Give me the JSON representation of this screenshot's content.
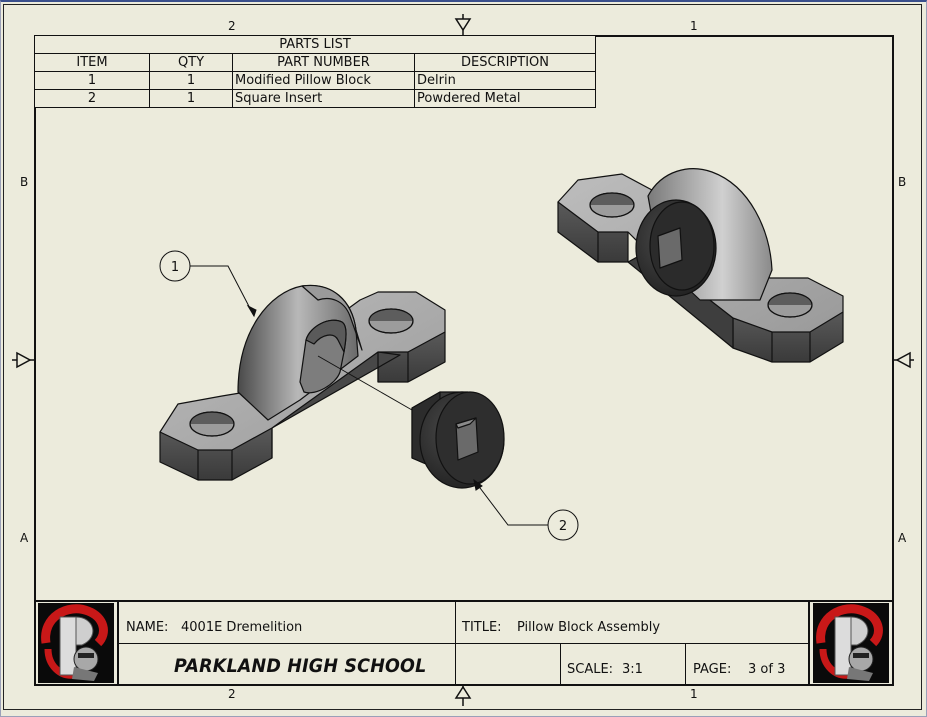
{
  "zones": {
    "top": [
      "2",
      "1"
    ],
    "bottom": [
      "2",
      "1"
    ],
    "left": [
      "B",
      "A"
    ],
    "right": [
      "B",
      "A"
    ]
  },
  "parts_list": {
    "title": "PARTS LIST",
    "headers": [
      "ITEM",
      "QTY",
      "PART NUMBER",
      "DESCRIPTION"
    ],
    "rows": [
      [
        "1",
        "1",
        "Modified Pillow Block",
        "Delrin"
      ],
      [
        "2",
        "1",
        "Square Insert",
        "Powdered Metal"
      ]
    ]
  },
  "balloons": [
    "1",
    "2"
  ],
  "title_block": {
    "name_label": "NAME:",
    "name_value": "4001E Dremelition",
    "title_label": "TITLE:",
    "title_value": "Pillow Block Assembly",
    "school": "PARKLAND HIGH SCHOOL",
    "scale_label": "SCALE:",
    "scale_value": "3:1",
    "page_label": "PAGE:",
    "page_value": "3 of 3"
  },
  "colors": {
    "paper": "#ecebdc",
    "line": "#111111",
    "logo_red": "#c81818"
  }
}
